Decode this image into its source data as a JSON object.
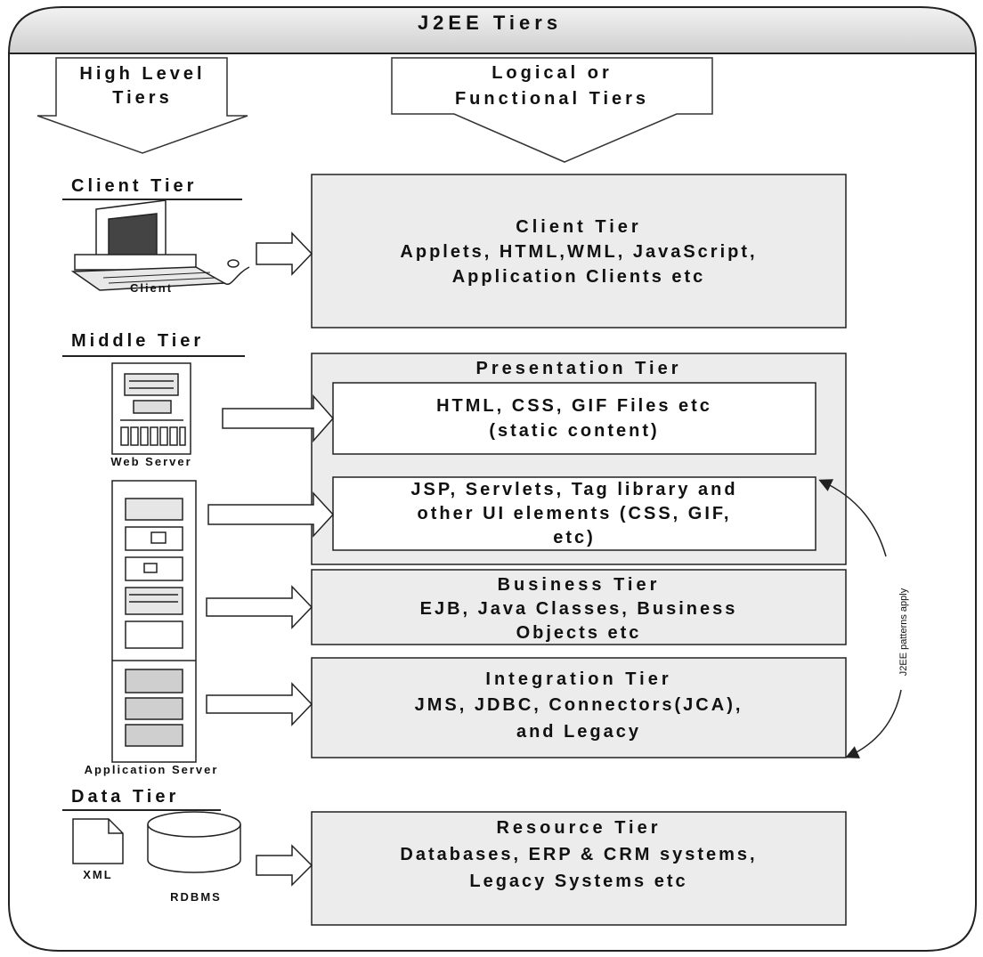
{
  "title": "J2EE Tiers",
  "high_level_header": [
    "High Level",
    "Tiers"
  ],
  "logical_header": [
    "Logical or",
    "Functional Tiers"
  ],
  "sections": {
    "client": "Client Tier",
    "middle": "Middle Tier",
    "data": "Data Tier"
  },
  "captions": {
    "client": "Client",
    "web_server": "Web Server",
    "app_server": "Application Server",
    "xml": "XML",
    "rdbms": "RDBMS"
  },
  "boxes": {
    "client_tier": {
      "heading": "Client Tier",
      "lines": [
        "Applets, HTML,WML, JavaScript,",
        "Application Clients etc"
      ]
    },
    "presentation_tier": {
      "heading": "Presentation Tier",
      "static_lines": [
        "HTML, CSS, GIF Files etc",
        "(static content)"
      ],
      "dynamic_lines": [
        "JSP, Servlets, Tag library and",
        "other UI elements (CSS, GIF,",
        "etc)"
      ]
    },
    "business_tier": {
      "heading": "Business Tier",
      "lines": [
        "EJB, Java Classes, Business",
        "Objects etc"
      ]
    },
    "integration_tier": {
      "heading": "Integration Tier",
      "lines": [
        "JMS, JDBC, Connectors(JCA),",
        "and Legacy"
      ]
    },
    "resource_tier": {
      "heading": "Resource Tier",
      "lines": [
        "Databases, ERP & CRM systems,",
        "Legacy Systems etc"
      ]
    }
  },
  "patterns_note": "J2EE patterns apply",
  "colors": {
    "box_fill": "#ececec",
    "title_bar": "#d8d8d8",
    "stroke": "#222222"
  }
}
